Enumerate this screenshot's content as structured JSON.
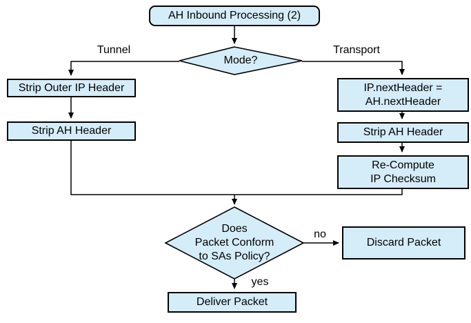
{
  "diagram": {
    "title": "AH Inbound Processing (2)",
    "nodes": {
      "start": {
        "label": "AH Inbound Processing (2)"
      },
      "mode": {
        "label": "Mode?"
      },
      "strip_outer_ip": {
        "label": "Strip Outer IP Header"
      },
      "strip_ah_left": {
        "label": "Strip AH Header"
      },
      "ip_next_header": {
        "label": "IP.nextHeader =\nAH.nextHeader"
      },
      "strip_ah_right": {
        "label": "Strip AH Header"
      },
      "recompute": {
        "label": "Re-Compute\nIP Checksum"
      },
      "policy": {
        "label": "Does\nPacket Conform\nto SAs Policy?"
      },
      "discard": {
        "label": "Discard Packet"
      },
      "deliver": {
        "label": "Deliver Packet"
      }
    },
    "edge_labels": {
      "tunnel": "Tunnel",
      "transport": "Transport",
      "no": "no",
      "yes": "yes"
    },
    "colors": {
      "node_fill": "#d5ecf9",
      "node_border": "#000000",
      "line": "#000000",
      "background": "#ffffff"
    }
  }
}
